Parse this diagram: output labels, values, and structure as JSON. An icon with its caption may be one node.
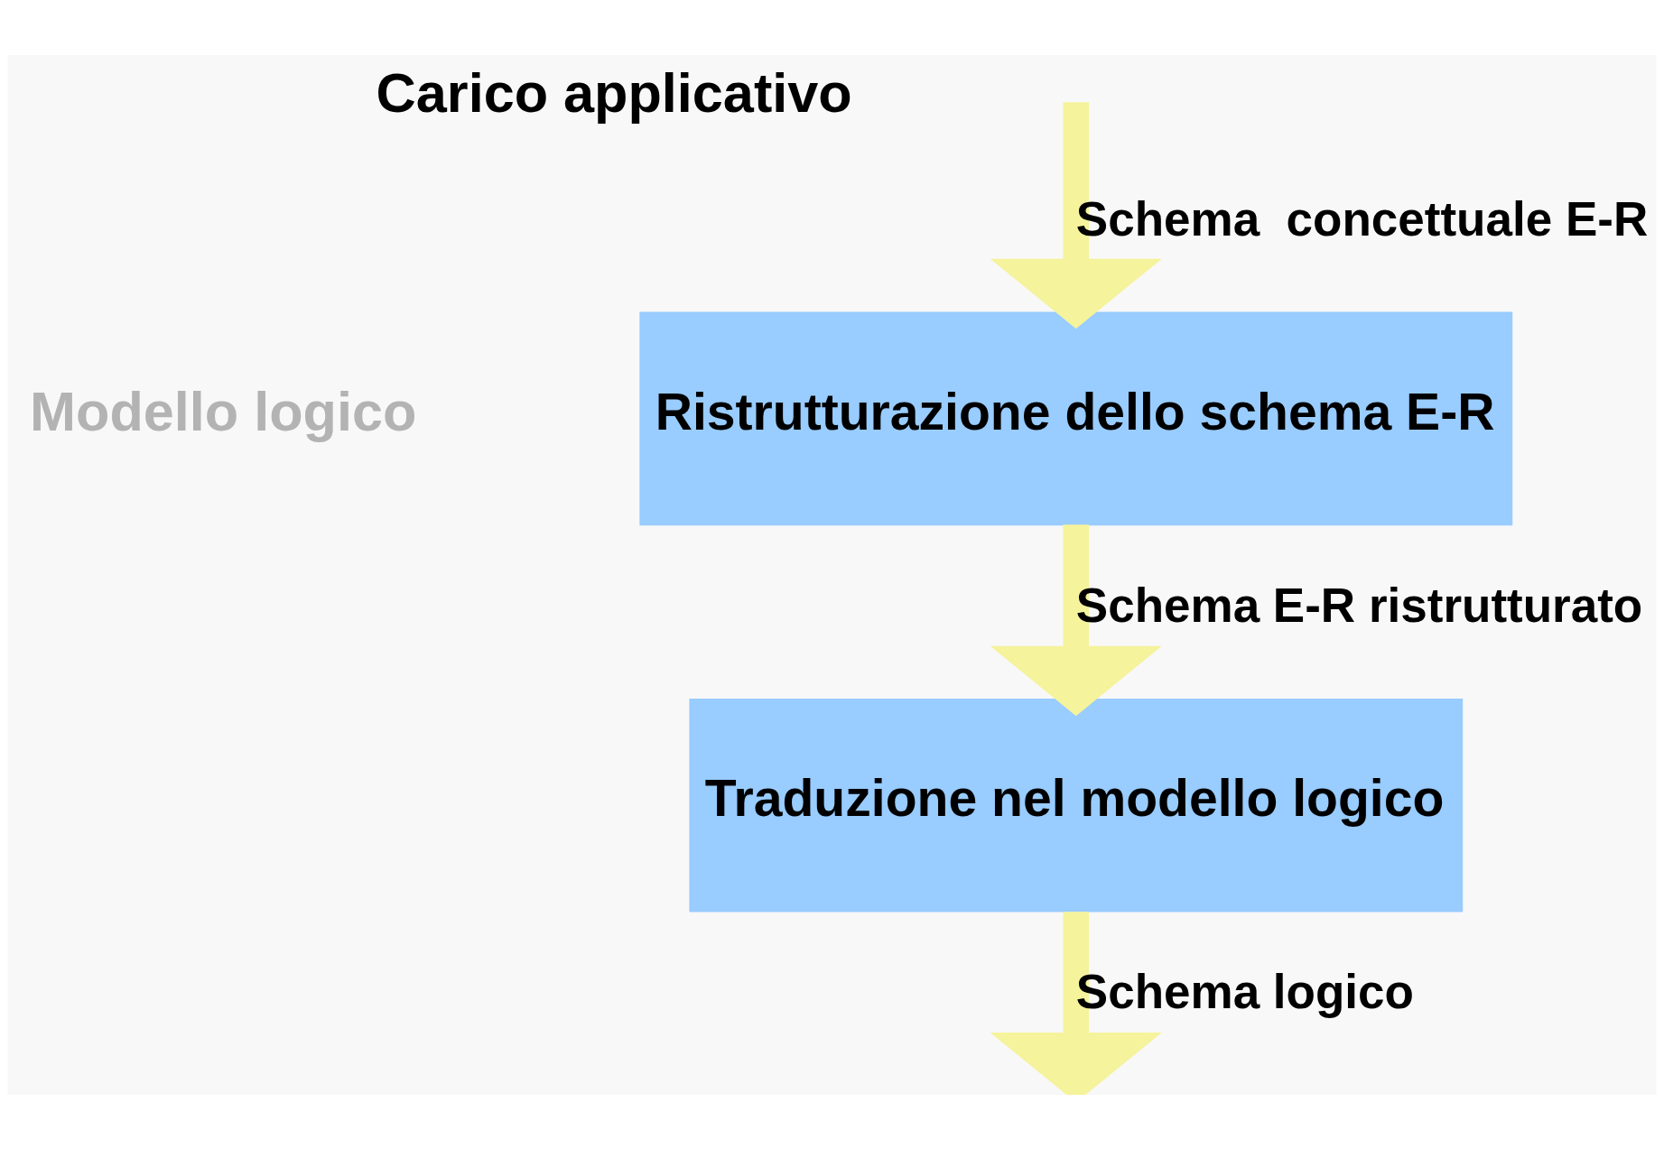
{
  "diagram": {
    "nodes": [
      {
        "text": [
          "Ristrutturazione dello schema E-R"
        ]
      },
      {
        "text": [
          "Traduzione nel modello logico"
        ]
      }
    ],
    "edges": [
      {
        "from": null,
        "to": 0,
        "arrow": "to",
        "label": "Schema  concettuale E-R"
      },
      {
        "from": 0,
        "to": 1,
        "arrow": "to",
        "label": "Schema E-R ristrutturato"
      },
      {
        "from": 1,
        "to": null,
        "arrow": "to",
        "label": "Schema logico"
      }
    ],
    "labels": [
      "Carico applicativo",
      "Modello logico"
    ]
  }
}
